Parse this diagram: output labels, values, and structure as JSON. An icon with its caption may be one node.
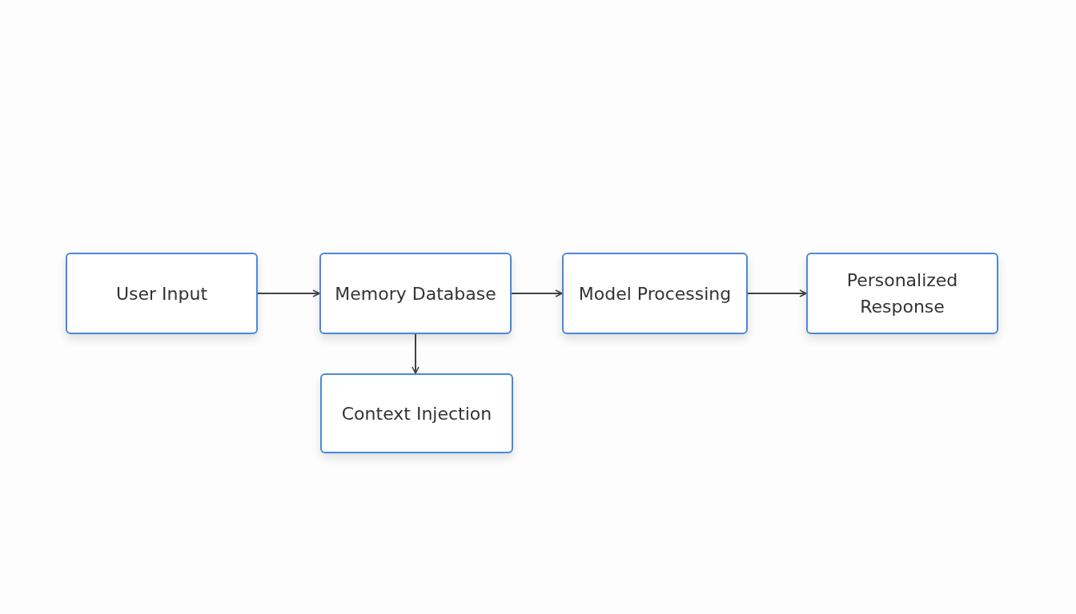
{
  "diagram": {
    "nodes": [
      {
        "text": [
          "User Input"
        ]
      },
      {
        "text": [
          "Memory Database"
        ]
      },
      {
        "text": [
          "Model Processing"
        ]
      },
      {
        "text": [
          "Personalized Response"
        ]
      },
      {
        "text": [
          "Context Injection"
        ]
      }
    ],
    "edges": [
      {
        "from": 0,
        "to": 1,
        "arrow": "to"
      },
      {
        "from": 1,
        "to": 2,
        "arrow": "to"
      },
      {
        "from": 2,
        "to": 3,
        "arrow": "to"
      },
      {
        "from": 1,
        "to": 4,
        "arrow": "to"
      }
    ]
  }
}
